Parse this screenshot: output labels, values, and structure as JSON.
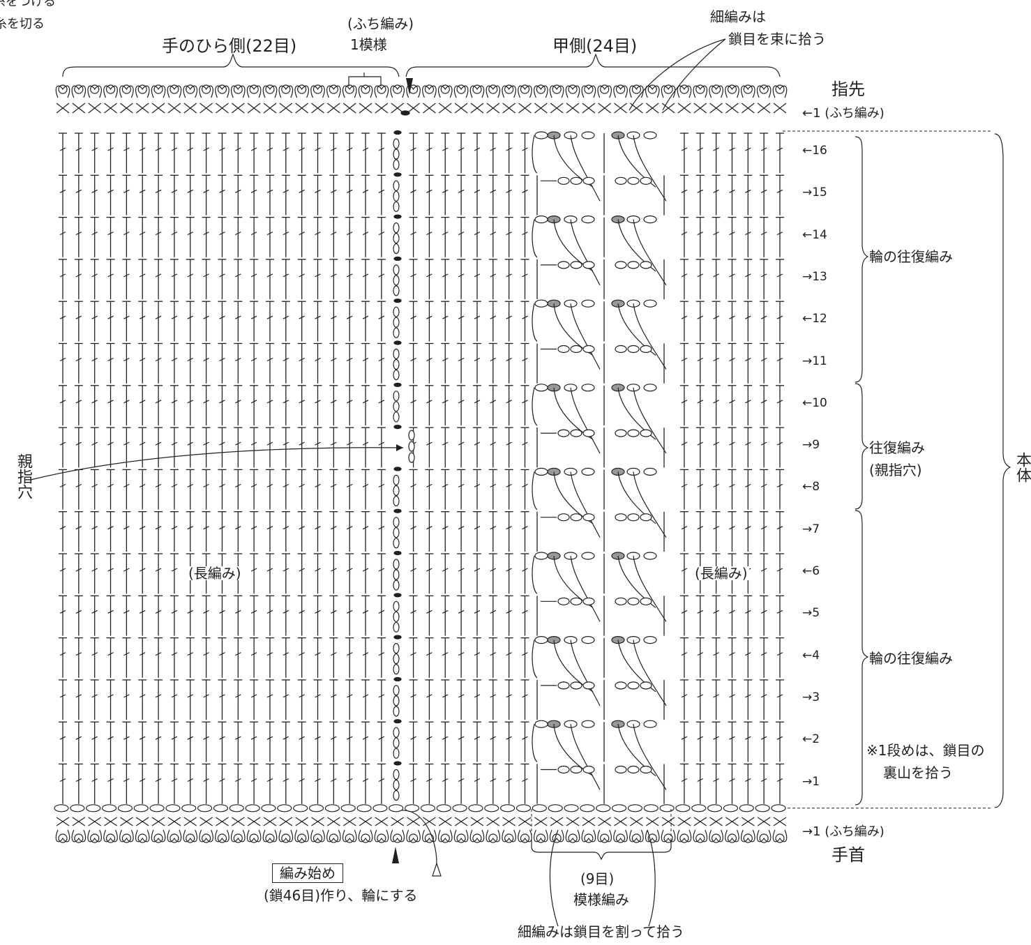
{
  "top_left": {
    "line1": "糸をつける",
    "line2": "糸を切る"
  },
  "header": {
    "palm_label": "手のひら側(22目)",
    "edge_label_1": "(ふち編み)",
    "edge_label_2": "1模様",
    "back_label": "甲側(24目)",
    "note_top_1": "細編みは",
    "note_top_2": "鎖目を束に拾う",
    "fingertip": "指先",
    "edge_row_top": "←1 (ふち編み)"
  },
  "rows": {
    "labels": [
      "←16",
      "→15",
      "←14",
      "→13",
      "←12",
      "→11",
      "←10",
      "→9",
      "←8",
      "→7",
      "←6",
      "→5",
      "←4",
      "→3",
      "←2",
      "→1"
    ]
  },
  "sections": {
    "round_back_forth_top": "輪の往復編み",
    "back_forth_1": "往復編み",
    "back_forth_2": "(親指穴)",
    "round_back_forth_bottom": "輪の往復編み",
    "note_row1_1": "※1段めは、鎖目の",
    "note_row1_2": "裏山を拾う",
    "body": "本体"
  },
  "left": {
    "thumb_hole": "親指穴",
    "dc_left": "(長編み)",
    "dc_right": "(長編み)"
  },
  "footer": {
    "edge_row_bottom": "→1 (ふち編み)",
    "wrist": "手首",
    "start_box": "編み始め",
    "start_desc": "(鎖46目)作り、輪にする",
    "nine_st": "(9目)",
    "pattern": "模様編み",
    "note_bottom": "細編みは鎖目を割って拾う"
  },
  "chart_data": {
    "type": "crochet-chart",
    "stitches_per_round": 46,
    "palm_stitches": 22,
    "back_stitches": 24,
    "body_rows": 16,
    "pattern_repeat_stitches": 9
  }
}
